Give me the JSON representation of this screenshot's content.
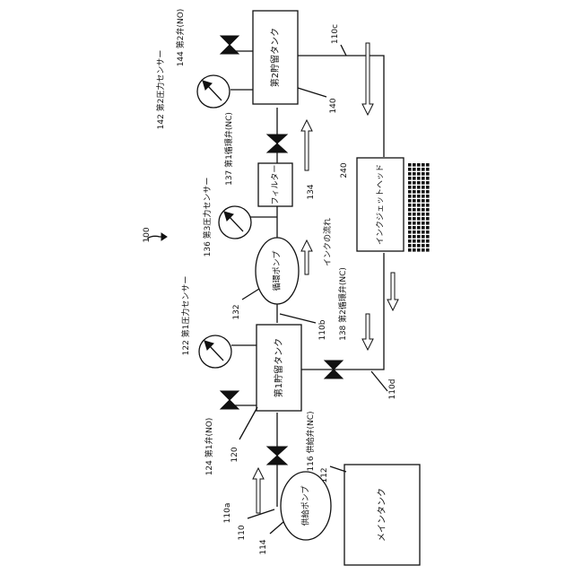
{
  "figure_label": "100",
  "tanks": {
    "main": {
      "name": "メインタンク",
      "ref": "112"
    },
    "first": {
      "name": "第1貯留タンク",
      "ref": "120"
    },
    "second": {
      "name": "第2貯留タンク",
      "ref": "140"
    }
  },
  "pumps": {
    "supply": {
      "name": "供給ポンプ",
      "ref": "114"
    },
    "circulation": {
      "name": "循環ポンプ",
      "ref": "132"
    }
  },
  "filter": {
    "name": "フィルター",
    "ref": "134"
  },
  "inkjet_head": {
    "name": "インクジェットヘッド",
    "ref": "240"
  },
  "labels": {
    "pipe_110": "110",
    "pipe_110a": "110a",
    "pipe_110b": "110b",
    "pipe_110c": "110c",
    "pipe_110d": "110d",
    "ink_flow": "インクの流れ",
    "supply_valve": "116 供給弁(NC)",
    "first_valve": "124 第1弁(NO)",
    "first_sensor": "122 第1圧力センサー",
    "second_circ_valve": "138 第2循環弁(NC)",
    "third_sensor": "136 第3圧力センサー",
    "first_circ_valve": "137 第1循環弁(NC)",
    "second_sensor": "142 第2圧力センサー",
    "second_valve": "144 第2弁(NO)"
  }
}
